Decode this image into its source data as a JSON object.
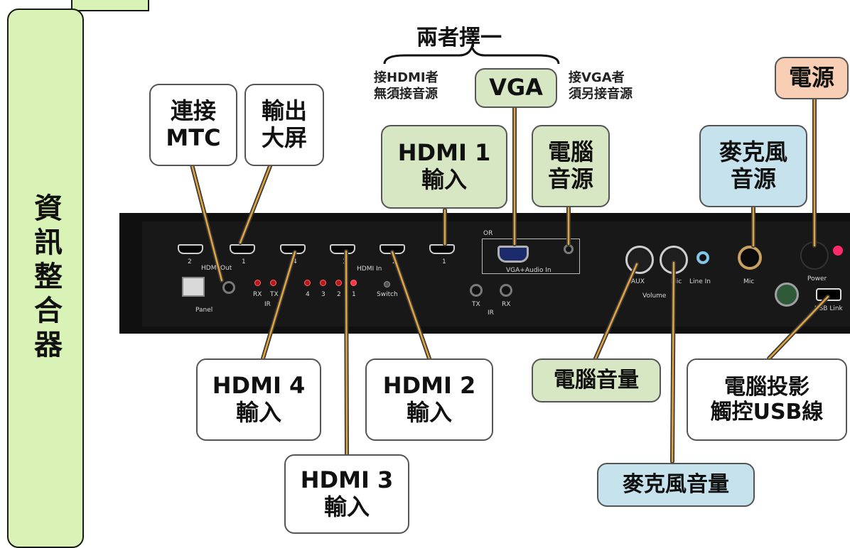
{
  "title": "資訊整合器",
  "choose": {
    "title": "兩者擇一",
    "hdmi_note": [
      "接HDMI者",
      "無須接音源"
    ],
    "vga_note": [
      "接VGA者",
      "須另接音源"
    ],
    "vga_label": "VGA"
  },
  "callouts": {
    "mtc": [
      "連接",
      "MTC"
    ],
    "output": [
      "輸出",
      "大屏"
    ],
    "hdmi1": [
      "HDMI 1",
      "輸入"
    ],
    "pc_audio": [
      "電腦",
      "音源"
    ],
    "mic_source": [
      "麥克風",
      "音源"
    ],
    "power": "電源",
    "hdmi4": [
      "HDMI 4",
      "輸入"
    ],
    "hdmi3": [
      "HDMI 3",
      "輸入"
    ],
    "hdmi2": [
      "HDMI 2",
      "輸入"
    ],
    "pc_volume": "電腦音量",
    "mic_volume": "麥克風音量",
    "usb": [
      "電腦投影",
      "觸控USB線"
    ]
  },
  "device_labels": {
    "hdmi_out": "HDMI Out",
    "hdmi_in": "HDMI In",
    "panel": "Panel",
    "rx": "RX",
    "tx": "TX",
    "ir": "IR",
    "switch": "Switch",
    "vga_audio_in": "VGA+Audio In",
    "aux": "AUX",
    "mic": "Mic",
    "volume": "Volume",
    "line_in": "Line In",
    "power": "Power",
    "usb_link": "USB Link",
    "or": "OR",
    "out_nums": [
      "2",
      "1"
    ],
    "in_nums": [
      "4",
      "3",
      "2",
      "1"
    ]
  },
  "colors": {
    "green": "#d7e6c3",
    "blue": "#c6e2ec",
    "peach": "#f8cfb5",
    "title_green": "#d9f3b7",
    "leader": "#e4a43c"
  }
}
